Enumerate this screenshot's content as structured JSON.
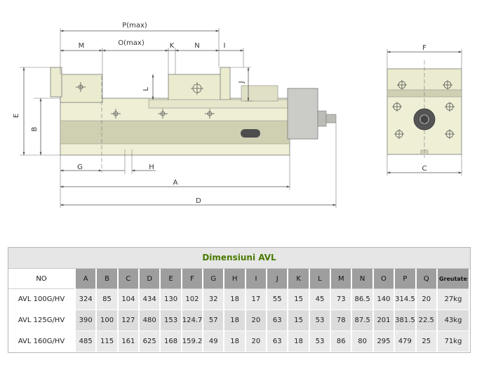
{
  "drawing": {
    "side_labels": {
      "P": "P(max)",
      "O": "O(max)",
      "M": "M",
      "K": "K",
      "N": "N",
      "I": "I",
      "E": "E",
      "B": "B",
      "L": "L",
      "J": "J",
      "G": "G",
      "H": "H",
      "A": "A",
      "D": "D"
    },
    "end_labels": {
      "F": "F",
      "C": "C"
    },
    "colors": {
      "body": "#efefd6",
      "band": "#cfcfb2",
      "jaw": "#ebebcf",
      "motor": "#cbcbc7"
    }
  },
  "table": {
    "title": "Dimensiuni AVL",
    "columns": [
      "NO",
      "A",
      "B",
      "C",
      "D",
      "E",
      "F",
      "G",
      "H",
      "I",
      "J",
      "K",
      "L",
      "M",
      "N",
      "O",
      "P",
      "Q",
      "Greutate"
    ],
    "rows": [
      [
        "AVL 100G/HV",
        "324",
        "85",
        "104",
        "434",
        "130",
        "102",
        "32",
        "18",
        "17",
        "55",
        "15",
        "45",
        "73",
        "86.5",
        "140",
        "314.5",
        "20",
        "27kg"
      ],
      [
        "AVL 125G/HV",
        "390",
        "100",
        "127",
        "480",
        "153",
        "124.7",
        "57",
        "18",
        "20",
        "63",
        "15",
        "53",
        "78",
        "87.5",
        "201",
        "381.5",
        "22.5",
        "43kg"
      ],
      [
        "AVL 160G/HV",
        "485",
        "115",
        "161",
        "625",
        "168",
        "159.2",
        "49",
        "18",
        "20",
        "63",
        "18",
        "53",
        "86",
        "80",
        "295",
        "479",
        "25",
        "71kg"
      ]
    ]
  }
}
